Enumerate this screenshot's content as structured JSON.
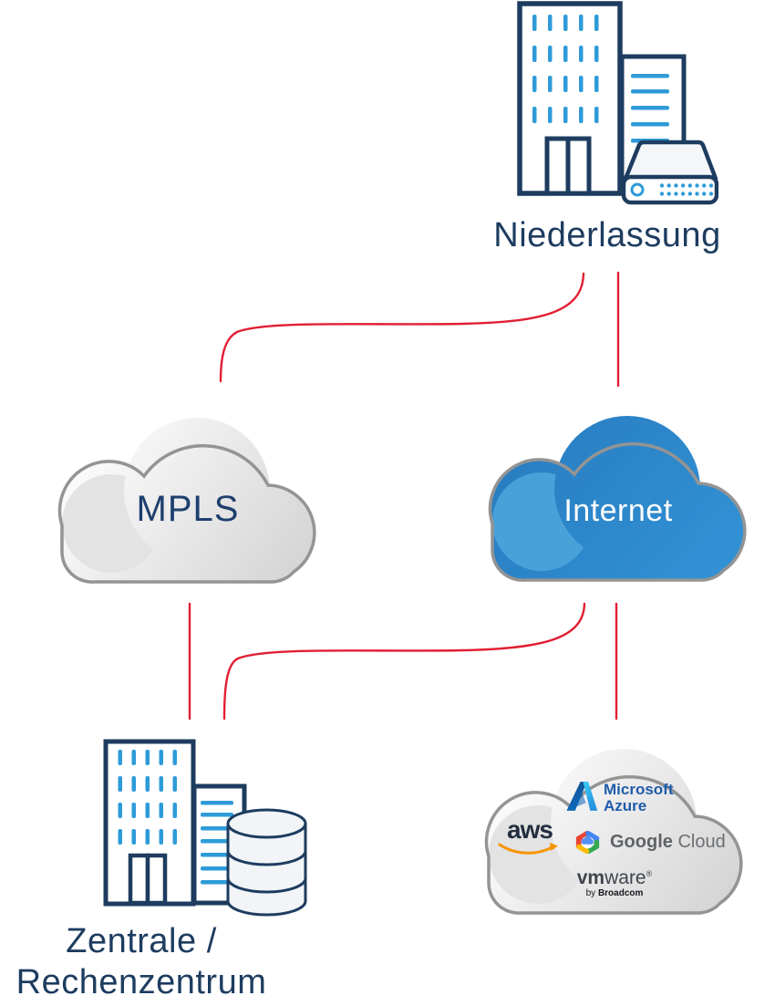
{
  "diagram": {
    "branch_label": "Niederlassung",
    "mpls_label": "MPLS",
    "internet_label": "Internet",
    "hq_label_line1": "Zentrale /",
    "hq_label_line2": "Rechenzentrum"
  },
  "cloud_providers": {
    "microsoft_azure": {
      "line1": "Microsoft",
      "line2": "Azure"
    },
    "aws_label": "aws",
    "google_cloud": {
      "google": "Google",
      "cloud": "Cloud"
    },
    "vmware": {
      "vm": "vm",
      "ware": "ware",
      "registered": "®",
      "byline_by": "by ",
      "byline_brand": "Broadcom"
    }
  },
  "colors": {
    "navy_outline": "#1d3c5f",
    "window_blue": "#2e9bd8",
    "connector_red": "#e11f33",
    "cloud_border_gray": "#949494",
    "gray_cloud_fill": "#e0e0e0",
    "internet_cloud_blue": "#2b80c4",
    "internet_lobe_blue": "#4aa1da",
    "azure_text_blue": "#1f5caa",
    "aws_dark": "#232f3e",
    "aws_orange": "#f79400",
    "google_gray": "#5f6368",
    "vmware_gray": "#3f454c"
  },
  "icons": {
    "branch": "office-building-with-router-icon",
    "hq": "office-building-with-database-icon",
    "mpls": "gray-cloud-shape",
    "internet": "blue-cloud-shape",
    "providers": "gray-cloud-with-vendor-logos"
  }
}
